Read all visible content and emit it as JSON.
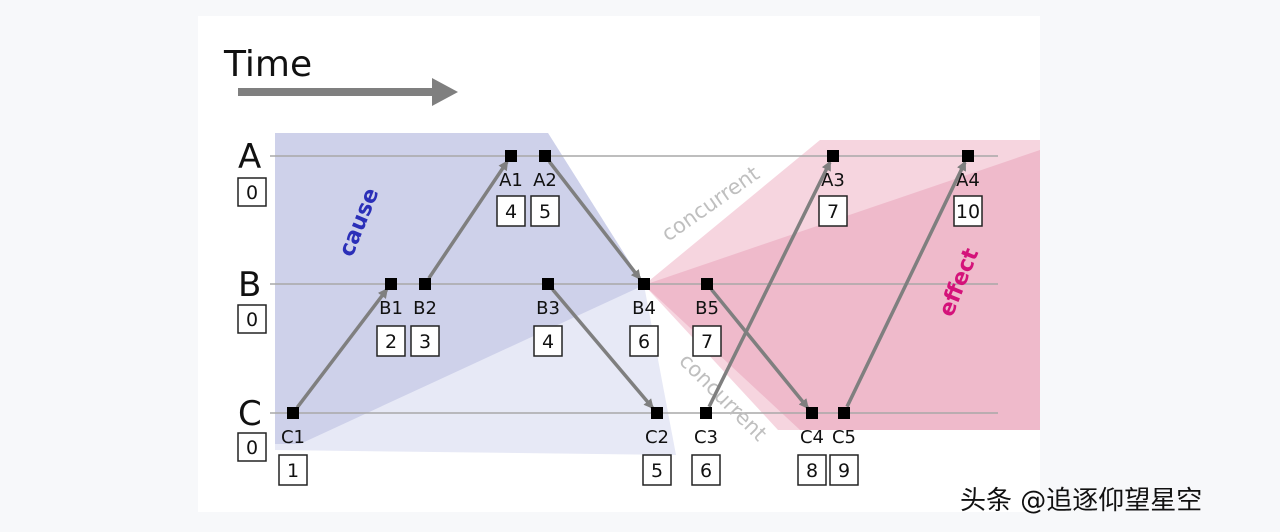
{
  "title": "Time",
  "processes": [
    {
      "name": "A",
      "initial": "0"
    },
    {
      "name": "B",
      "initial": "0"
    },
    {
      "name": "C",
      "initial": "0"
    }
  ],
  "events": [
    {
      "label": "A1",
      "clock": "4",
      "process": "A"
    },
    {
      "label": "A2",
      "clock": "5",
      "process": "A"
    },
    {
      "label": "A3",
      "clock": "7",
      "process": "A"
    },
    {
      "label": "A4",
      "clock": "10",
      "process": "A"
    },
    {
      "label": "B1",
      "clock": "2",
      "process": "B"
    },
    {
      "label": "B2",
      "clock": "3",
      "process": "B"
    },
    {
      "label": "B3",
      "clock": "4",
      "process": "B"
    },
    {
      "label": "B4",
      "clock": "6",
      "process": "B"
    },
    {
      "label": "B5",
      "clock": "7",
      "process": "B"
    },
    {
      "label": "C1",
      "clock": "1",
      "process": "C"
    },
    {
      "label": "C2",
      "clock": "5",
      "process": "C"
    },
    {
      "label": "C3",
      "clock": "6",
      "process": "C"
    },
    {
      "label": "C4",
      "clock": "8",
      "process": "C"
    },
    {
      "label": "C5",
      "clock": "9",
      "process": "C"
    }
  ],
  "messages": [
    {
      "from": "C1",
      "to": "B1"
    },
    {
      "from": "B2",
      "to": "A1"
    },
    {
      "from": "A2",
      "to": "B4"
    },
    {
      "from": "B3",
      "to": "C2"
    },
    {
      "from": "C3",
      "to": "A3"
    },
    {
      "from": "B5",
      "to": "C4"
    },
    {
      "from": "C5",
      "to": "A4"
    }
  ],
  "regions": {
    "cause": {
      "label": "cause",
      "color": "#2b2fb8"
    },
    "effect": {
      "label": "effect",
      "color": "#d4127a"
    },
    "concurrent_upper": "concurrent",
    "concurrent_lower": "concurrent"
  },
  "colors": {
    "cause_fill": "#c9cde8",
    "effect_fill": "#eeb7c9",
    "arrow": "#7f7f7f",
    "axis_line": "#a8a8a8"
  },
  "watermark": "头条 @追逐仰望星空"
}
